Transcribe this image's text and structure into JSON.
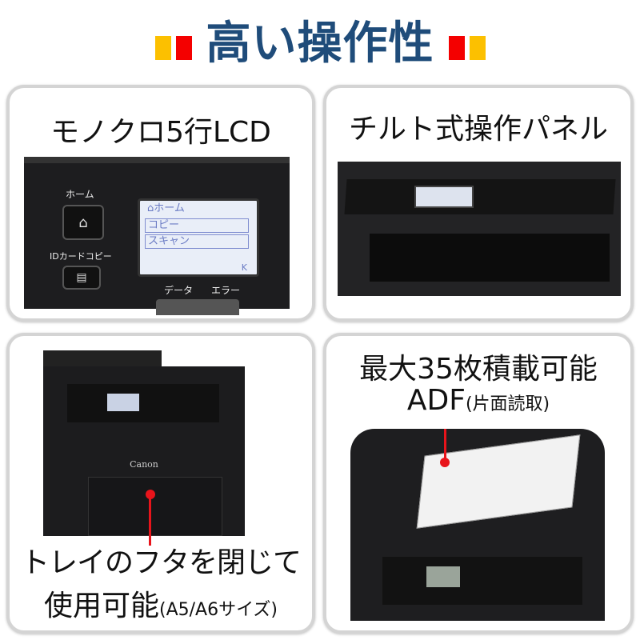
{
  "header": {
    "title": "高い操作性",
    "accent_colors": {
      "yellow": "#fcc000",
      "red": "#f40000",
      "title": "#1f4c7a"
    }
  },
  "cards": [
    {
      "caption": "モノクロ5行LCD",
      "panel": {
        "home_label": "ホーム",
        "id_copy_label": "IDカードコピー",
        "lcd_lines": [
          "⌂ホーム",
          "コピー",
          "スキャン"
        ],
        "lcd_indicator": "K",
        "data_label": "データ",
        "error_label": "エラー"
      }
    },
    {
      "caption": "チルト式操作パネル"
    },
    {
      "caption_line1": "トレイのフタを閉じて",
      "caption_line2": "使用可能",
      "caption_note": "(A5/A6サイズ)",
      "brand": "Canon"
    },
    {
      "caption_line1": "最大35枚積載可能",
      "caption_line2": "ADF",
      "caption_note": "(片面読取)"
    }
  ]
}
